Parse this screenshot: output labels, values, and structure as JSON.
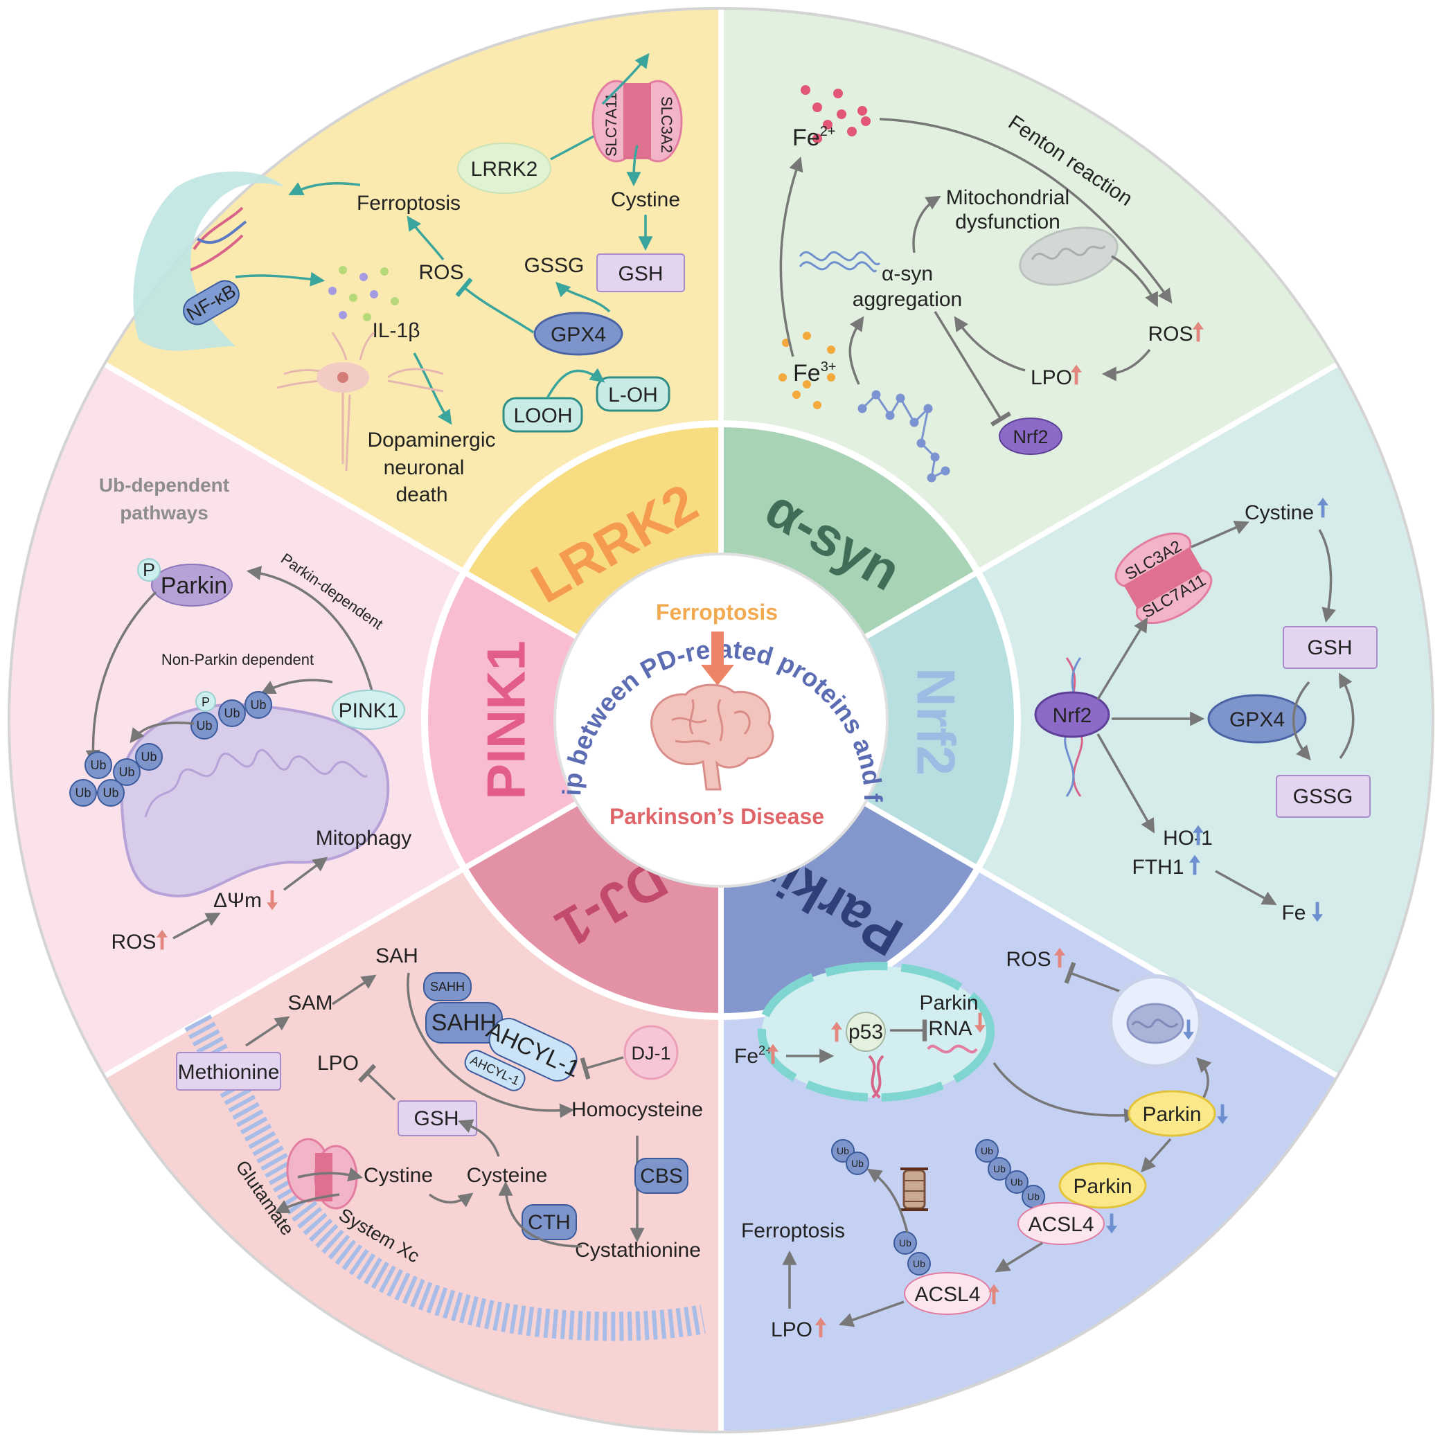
{
  "center": {
    "title": "Relationship between PD-related proteins and ferroptosis",
    "top": "Ferroptosis",
    "bottom": "Parkinson’s Disease"
  },
  "ring": {
    "lrrk2": "LRRK2",
    "asyn": "α-syn",
    "nrf2": "Nrf2",
    "parkin": "Parkin",
    "dj1": "DJ-1",
    "pink1": "PINK1"
  },
  "lrrk2": {
    "ferroptosis": "Ferroptosis",
    "lrrk2": "LRRK2",
    "slc7a11": "SLC7A11",
    "slc3a2": "SLC3A2",
    "cystine": "Cystine",
    "gssg": "GSSG",
    "gsh": "GSH",
    "ros": "ROS",
    "nfkb": "NF-κB",
    "il1b": "IL-1β",
    "gpx4": "GPX4",
    "looh": "LOOH",
    "loh": "L-OH",
    "death1": "Dopaminergic",
    "death2": "neuronal",
    "death3": "death"
  },
  "asyn": {
    "fe2": "Fe",
    "fe2_sup": "2+",
    "fe3": "Fe",
    "fe3_sup": "3+",
    "fenton": "Fenton reaction",
    "mito1": "Mitochondrial",
    "mito2": "dysfunction",
    "agg1": "α-syn",
    "agg2": "aggregation",
    "ros": "ROS",
    "lpo": "LPO",
    "nrf2": "Nrf2"
  },
  "nrf2": {
    "cystine": "Cystine",
    "slc3a2": "SLC3A2",
    "slc7a11": "SLC7A11",
    "gsh": "GSH",
    "nrf2": "Nrf2",
    "gpx4": "GPX4",
    "gssg": "GSSG",
    "ho1": "HO-1",
    "fth1": "FTH1",
    "fe": "Fe"
  },
  "parkin": {
    "ros": "ROS",
    "parkin_rna1": "Parkin",
    "parkin_rna2": "RNA",
    "p53": "p53",
    "fe2": "Fe",
    "fe2_sup": "2+",
    "parkin_a": "Parkin",
    "parkin_b": "Parkin",
    "acsl4_a": "ACSL4",
    "acsl4_b": "ACSL4",
    "ferroptosis": "Ferroptosis",
    "lpo": "LPO",
    "ub": "Ub"
  },
  "dj1": {
    "sah": "SAH",
    "sam": "SAM",
    "sahh_small": "SAHH",
    "sahh": "SAHH",
    "ahcyl1": "AHCYL-1",
    "ahcyl1_small": "AHCYL-1",
    "dj1": "DJ-1",
    "methionine": "Methionine",
    "lpo": "LPO",
    "gsh": "GSH",
    "homocysteine": "Homocysteine",
    "cystine": "Cystine",
    "cysteine": "Cysteine",
    "cbs": "CBS",
    "cth": "CTH",
    "cystathionine": "Cystathionine",
    "glutamate": "Glutamate",
    "system_xc": "System Xc"
  },
  "pink1": {
    "ub_dep1": "Ub-dependent",
    "ub_dep2": "pathways",
    "p": "P",
    "parkin": "Parkin",
    "parkin_dependent": "Parkin-dependent",
    "non_parkin": "Non-Parkin dependent",
    "pink1": "PINK1",
    "ub": "Ub",
    "mitophagy": "Mitophagy",
    "dpsi": "ΔΨm",
    "ros": "ROS"
  },
  "colors": {
    "lrrk2_bg": "#fbeab0",
    "asyn_bg": "#e2f1df",
    "nrf2_bg": "#d6ecea",
    "parkin_bg": "#c5d1f2",
    "dj1_bg": "#f8d3d3",
    "pink1_bg": "#fbe2ea",
    "up_arrow": "#e3867e",
    "down_arrow": "#6d8fd0"
  }
}
